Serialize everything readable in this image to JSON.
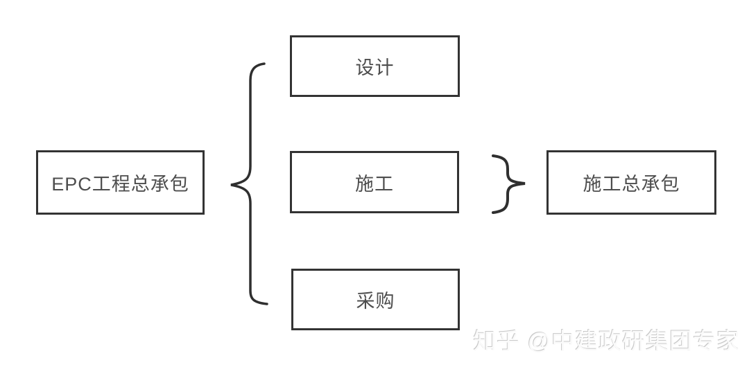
{
  "diagram": {
    "left_box": "EPC工程总承包",
    "components": [
      {
        "label": "设计"
      },
      {
        "label": "施工"
      },
      {
        "label": "采购"
      }
    ],
    "right_box": "施工总承包",
    "watermark": "知乎 @中建政研集团专家",
    "colors": {
      "border": "#333333",
      "text": "#4d4d4d",
      "brace": "#2f2f2f",
      "background": "#ffffff",
      "watermark_shadow": "#c8c8c8"
    }
  }
}
